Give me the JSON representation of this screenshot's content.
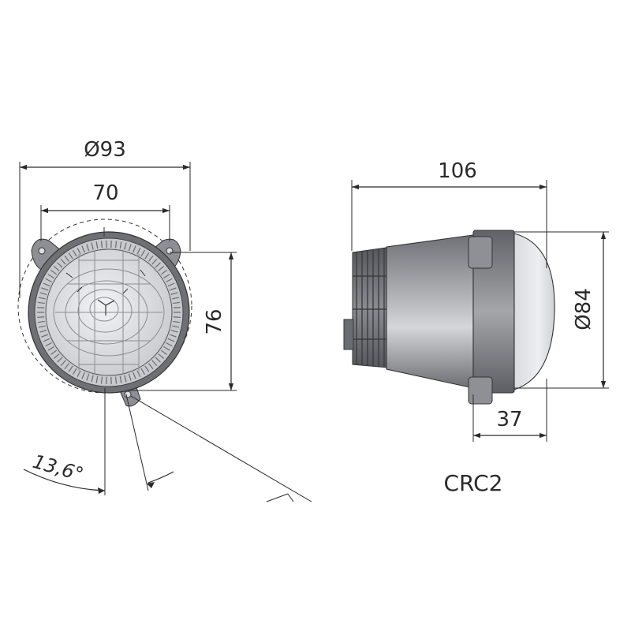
{
  "front_view": {
    "outer_diameter_label": "Ø93",
    "inner_width_label": "70",
    "mount_height_label": "76",
    "tilt_angle_label": "13,6°"
  },
  "side_view": {
    "length_label": "106",
    "diameter_label": "Ø84",
    "front_depth_label": "37"
  },
  "model_label": "CRC2",
  "colors": {
    "line": "#2a2a2a",
    "housing_dark": "#7d7f84",
    "housing_light": "#d6d7da",
    "lens": "#e4e6ea",
    "rim": "#5e6065"
  }
}
